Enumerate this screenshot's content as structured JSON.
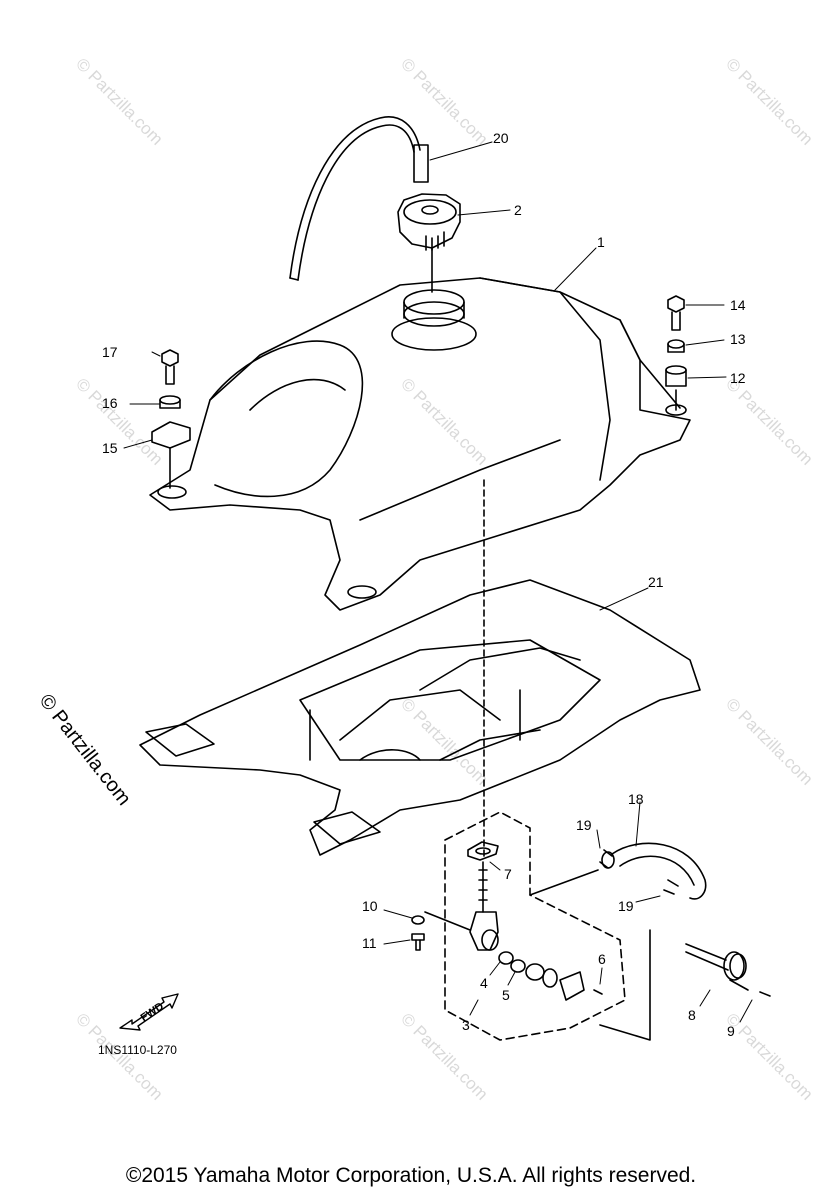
{
  "diagram": {
    "callouts": [
      "1",
      "2",
      "3",
      "4",
      "5",
      "6",
      "7",
      "8",
      "9",
      "10",
      "11",
      "12",
      "13",
      "14",
      "15",
      "16",
      "17",
      "18",
      "19",
      "19",
      "20",
      "21"
    ],
    "diagram_code": "1NS1110-L270",
    "fwd_arrow_label": "FWD"
  },
  "watermark": {
    "side_text": "© Partzilla.com",
    "tile_text": "© Partzilla.com"
  },
  "footer": {
    "copyright": "©2015 Yamaha Motor Corporation, U.S.A. All rights reserved."
  }
}
